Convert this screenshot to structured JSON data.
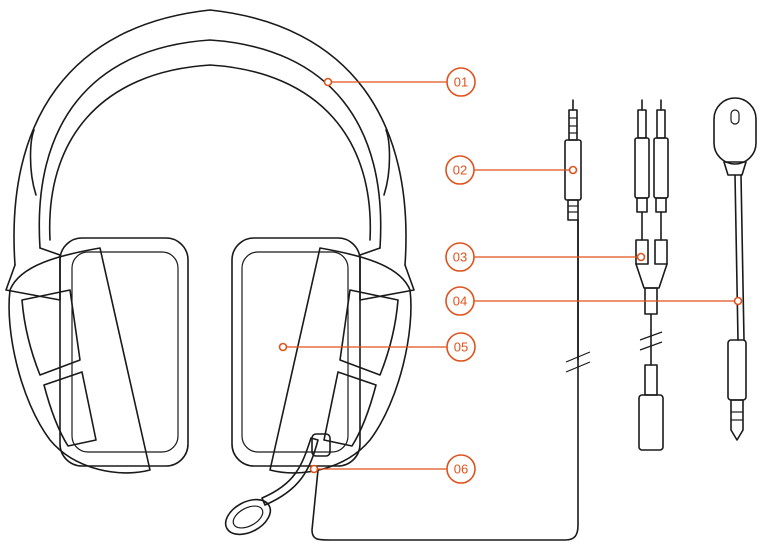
{
  "accent_color": "#e0521c",
  "line_color": "#1a1a1a",
  "callouts": [
    {
      "label": "01",
      "part": "headband"
    },
    {
      "label": "02",
      "part": "single-plug-cable"
    },
    {
      "label": "03",
      "part": "splitter-cable"
    },
    {
      "label": "04",
      "part": "microphone-cable"
    },
    {
      "label": "05",
      "part": "ear-cup"
    },
    {
      "label": "06",
      "part": "mic-boom"
    }
  ]
}
